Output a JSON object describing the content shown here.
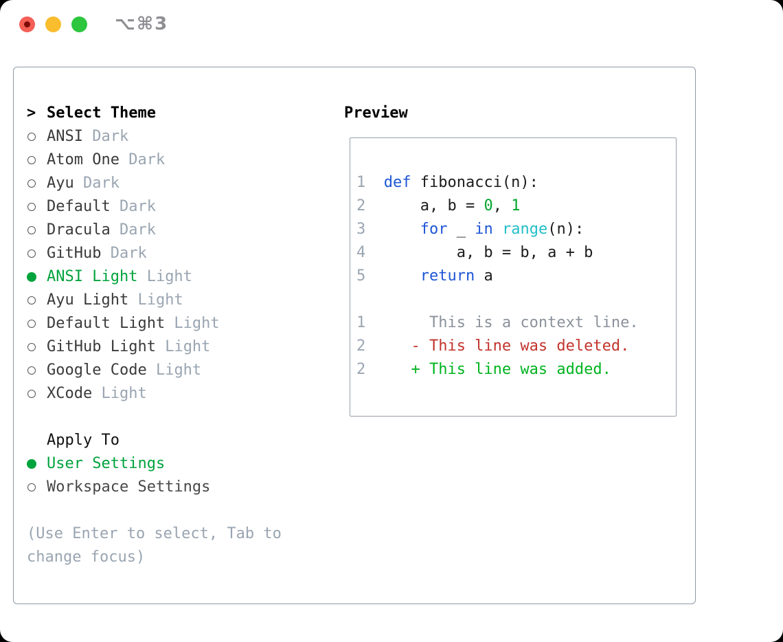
{
  "window": {
    "title": "⌥⌘3",
    "traffic_lights": [
      "close",
      "minimize",
      "zoom"
    ]
  },
  "colors": {
    "selected_green": "#00a33c",
    "list_item": "#3a3a3c",
    "variant_gray": "#9aa5b1",
    "help_gray": "#9aa5b1",
    "border_gray": "#8e99a6",
    "syntax": {
      "plain": "#1c1c1e",
      "keyword": "#1e56d6",
      "builtin": "#22bec8",
      "number": "#00a62c",
      "linenum": "#9aa5b1",
      "context": "#8b929b",
      "deleted": "#c2342c",
      "added": "#00b41f"
    }
  },
  "theme_panel": {
    "marker": ">",
    "title": "Select Theme",
    "items": [
      {
        "name": "ANSI",
        "variant": "Dark",
        "selected": false
      },
      {
        "name": "Atom One",
        "variant": "Dark",
        "selected": false
      },
      {
        "name": "Ayu",
        "variant": "Dark",
        "selected": false
      },
      {
        "name": "Default",
        "variant": "Dark",
        "selected": false
      },
      {
        "name": "Dracula",
        "variant": "Dark",
        "selected": false
      },
      {
        "name": "GitHub",
        "variant": "Dark",
        "selected": false
      },
      {
        "name": "ANSI Light",
        "variant": "Light",
        "selected": true
      },
      {
        "name": "Ayu Light",
        "variant": "Light",
        "selected": false
      },
      {
        "name": "Default Light",
        "variant": "Light",
        "selected": false
      },
      {
        "name": "GitHub Light",
        "variant": "Light",
        "selected": false
      },
      {
        "name": "Google Code",
        "variant": "Light",
        "selected": false
      },
      {
        "name": "XCode",
        "variant": "Light",
        "selected": false
      }
    ]
  },
  "apply_section": {
    "title": "Apply To",
    "options": [
      {
        "label": "User Settings",
        "selected": true
      },
      {
        "label": "Workspace Settings",
        "selected": false
      }
    ]
  },
  "help_text": "(Use Enter to select, Tab to change focus)",
  "preview": {
    "title": "Preview",
    "lines": [
      {
        "num": "1",
        "tokens": [
          {
            "t": "def",
            "c": "keyword"
          },
          {
            "t": " fibonacci(n):",
            "c": "plain"
          }
        ]
      },
      {
        "num": "2",
        "tokens": [
          {
            "t": "    a, b = ",
            "c": "plain"
          },
          {
            "t": "0",
            "c": "number"
          },
          {
            "t": ", ",
            "c": "plain"
          },
          {
            "t": "1",
            "c": "number"
          }
        ]
      },
      {
        "num": "3",
        "tokens": [
          {
            "t": "    ",
            "c": "plain"
          },
          {
            "t": "for",
            "c": "keyword"
          },
          {
            "t": " _ ",
            "c": "plain"
          },
          {
            "t": "in",
            "c": "keyword"
          },
          {
            "t": " ",
            "c": "plain"
          },
          {
            "t": "range",
            "c": "builtin"
          },
          {
            "t": "(n):",
            "c": "plain"
          }
        ]
      },
      {
        "num": "4",
        "tokens": [
          {
            "t": "        a, b = b, a + b",
            "c": "plain"
          }
        ]
      },
      {
        "num": "5",
        "tokens": [
          {
            "t": "    ",
            "c": "plain"
          },
          {
            "t": "return",
            "c": "keyword"
          },
          {
            "t": " a",
            "c": "plain"
          }
        ]
      },
      {
        "num": "",
        "tokens": []
      },
      {
        "num": "1",
        "tokens": [
          {
            "t": "     This is a context line.",
            "c": "context"
          }
        ]
      },
      {
        "num": "2",
        "tokens": [
          {
            "t": "   - This line was deleted.",
            "c": "deleted"
          }
        ]
      },
      {
        "num": "2",
        "tokens": [
          {
            "t": "   + This line was added.",
            "c": "added"
          }
        ]
      }
    ]
  }
}
